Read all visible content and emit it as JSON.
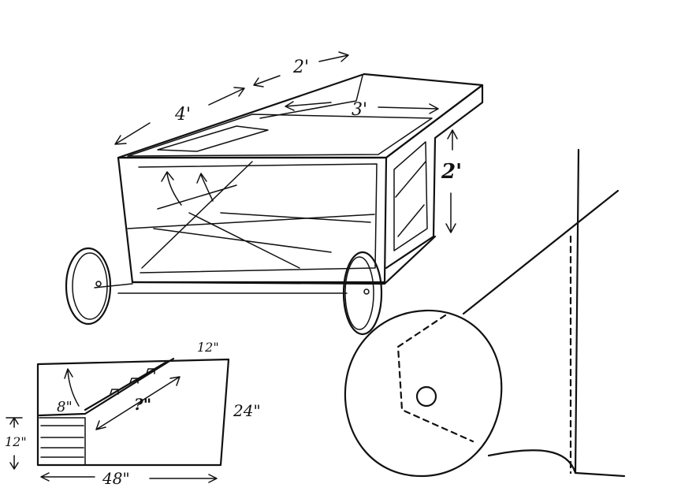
{
  "labels": {
    "length_4ft": "4'",
    "length_2ft": "2'",
    "width_3ft": "3'",
    "height_2ft": "2'",
    "detail_12in_top": "12\"",
    "detail_24in": "24\"",
    "detail_8in": "8\"",
    "detail_12in_side": "12\"",
    "detail_48in": "48\"",
    "detail_unknown": "?\""
  },
  "colors": {
    "ink": "#111111",
    "paper": "#ffffff"
  }
}
